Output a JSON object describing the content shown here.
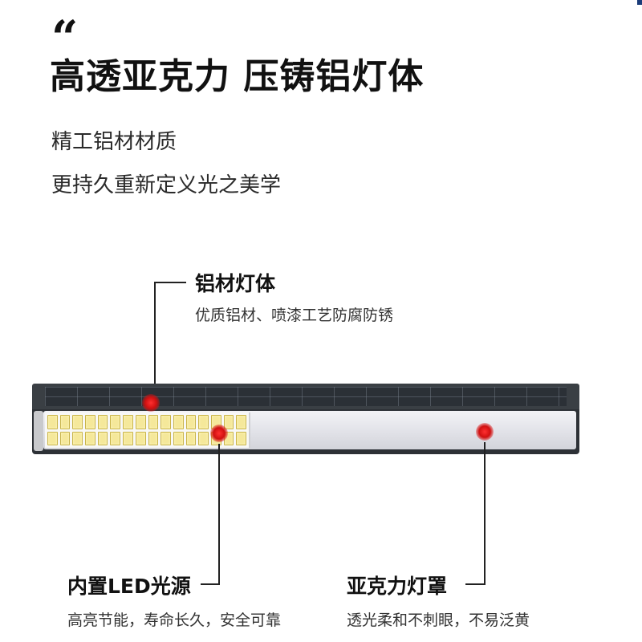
{
  "header": {
    "quote": "“",
    "title": "高透亚克力 压铸铝灯体",
    "subtitle_1": "精工铝材材质",
    "subtitle_2": "更持久重新定义光之美学"
  },
  "callouts": {
    "aluminum_body": {
      "title": "铝材灯体",
      "desc": "优质铝材、喷漆工艺防腐防锈"
    },
    "led_source": {
      "title": "内置LED光源",
      "desc": "高亮节能，寿命长久，安全可靠"
    },
    "acrylic_cover": {
      "title": "亚克力灯罩",
      "desc": "透光柔和不刺眼，不易泛黄"
    }
  },
  "colors": {
    "accent_dot": "#e01a1a",
    "corner": "#1b3c7a",
    "led": "#f5e89a"
  },
  "product": {
    "led_count": 32
  }
}
